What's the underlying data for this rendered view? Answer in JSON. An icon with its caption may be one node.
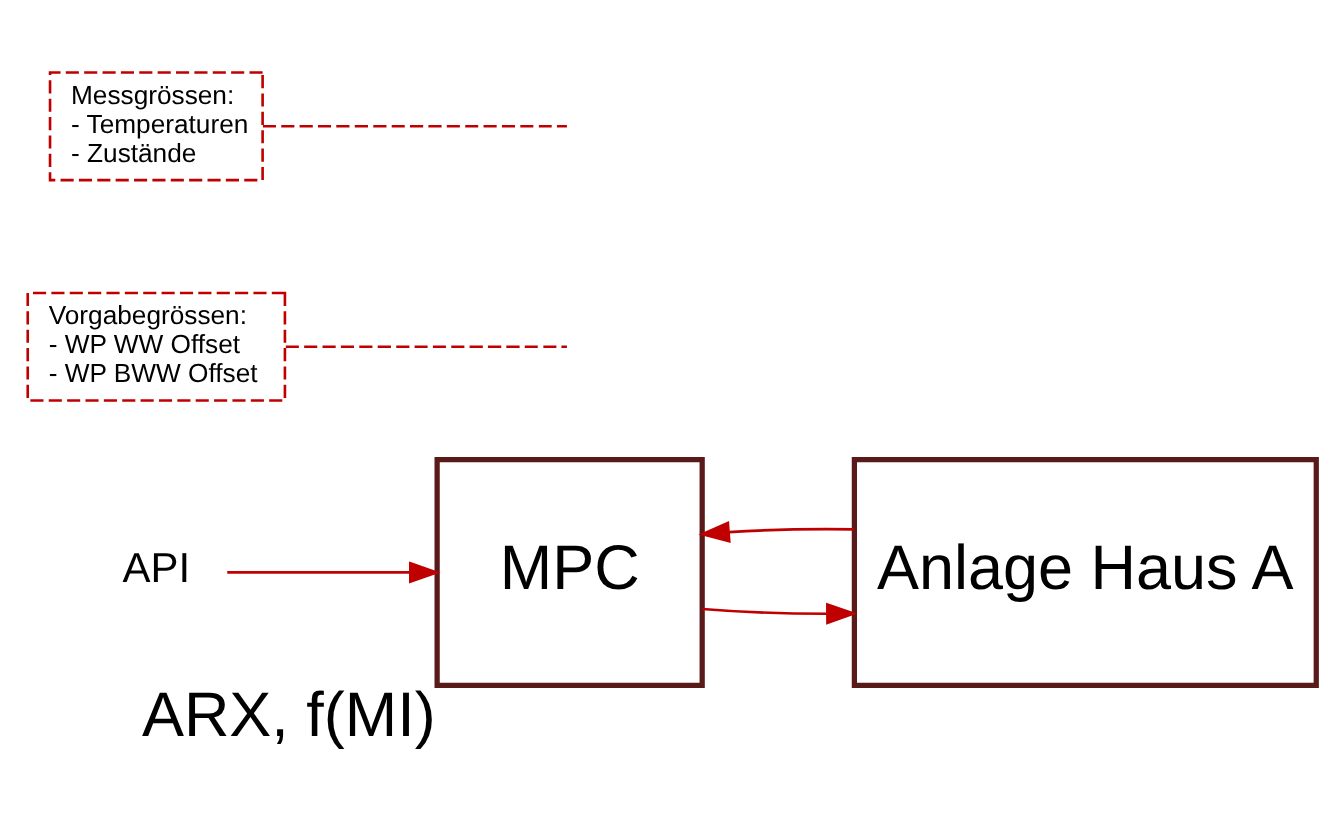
{
  "diagram": {
    "nodes": [
      {
        "text": [
          "API"
        ]
      },
      {
        "text": [
          "MPC"
        ],
        "beside": [
          "ARX, f(MI)"
        ]
      },
      {
        "text": [
          "Anlage Haus A"
        ]
      },
      {
        "text": [
          "Vorgabegrössen:",
          "- WP WW Offset",
          "- WP BWW Offset"
        ]
      },
      {
        "text": [
          "Messgrössen:",
          "- Temperaturen",
          "- Zustände"
        ]
      }
    ],
    "edges": [
      {
        "from": 0,
        "to": 1,
        "arrow": "to"
      },
      {
        "from": 1,
        "to": 2,
        "arrow": "to"
      },
      {
        "from": 2,
        "to": 1,
        "arrow": "to"
      },
      {
        "from": 3,
        "to": null,
        "arrow": "none",
        "style": "dashed"
      },
      {
        "from": 4,
        "to": null,
        "arrow": "none",
        "style": "dashed"
      }
    ]
  }
}
